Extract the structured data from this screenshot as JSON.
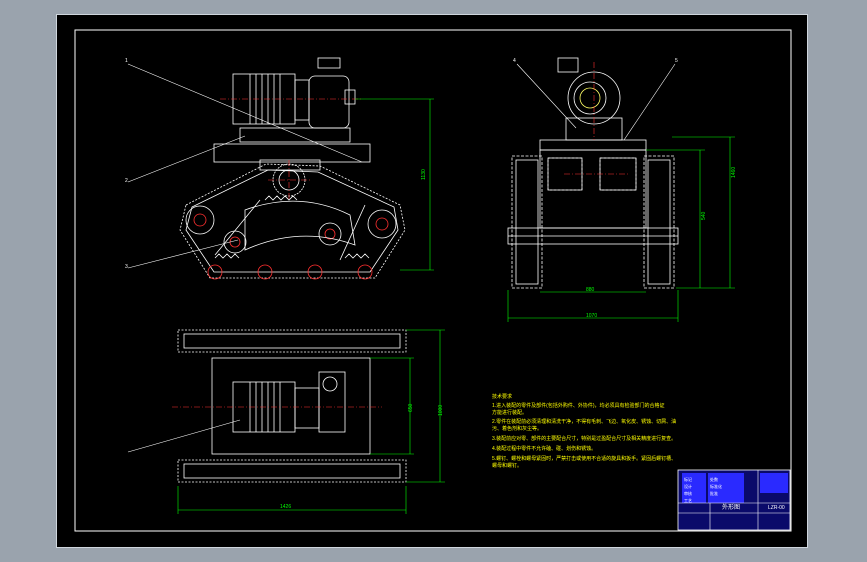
{
  "drawing": {
    "title_block": {
      "part_name": "外形图",
      "drawing_no": "LZR-00",
      "rows_left": [
        "标记",
        "设计",
        "审核",
        "工艺"
      ],
      "rows_mid": [
        "处数",
        "标准化",
        "批准"
      ]
    },
    "dimensions": {
      "front_height": "1130",
      "side_height": "1460",
      "side_inner": "540",
      "side_width_inner": "880",
      "side_width_outer": "1070",
      "top_length": "1426",
      "top_width_outer": "1000",
      "top_width_inner": "650"
    },
    "balloons": [
      "1",
      "2",
      "3",
      "4",
      "5"
    ],
    "notes_title": "技术要求",
    "notes": [
      "1.进入装配的零件及部件(包括外购件、外协件)，均必须具有检验部门的合格证",
      "   方能进行装配。",
      "2.零件在装配前必须清理和清洗干净，不得有毛刺、飞边、氧化皮、锈蚀、切屑、油",
      "   污、着色剂和灰尘等。",
      "3.装配前应对零、部件的主要配合尺寸，特别是过盈配合尺寸及相关精度进行复查。",
      "4.装配过程中零件不允许磕、碰、划伤和锈蚀。",
      "5.螺钉、螺栓和螺母紧固时，严禁打击或使用不合适的旋具和扳手。紧固后螺钉槽、",
      "   螺母和螺钉。"
    ]
  },
  "colors": {
    "background": "#000000",
    "outline": "#ffffff",
    "dimension": "#00ff00",
    "centerline": "#ff0000",
    "text": "#ffff00",
    "titleblock_fill": "#1a1aff"
  }
}
